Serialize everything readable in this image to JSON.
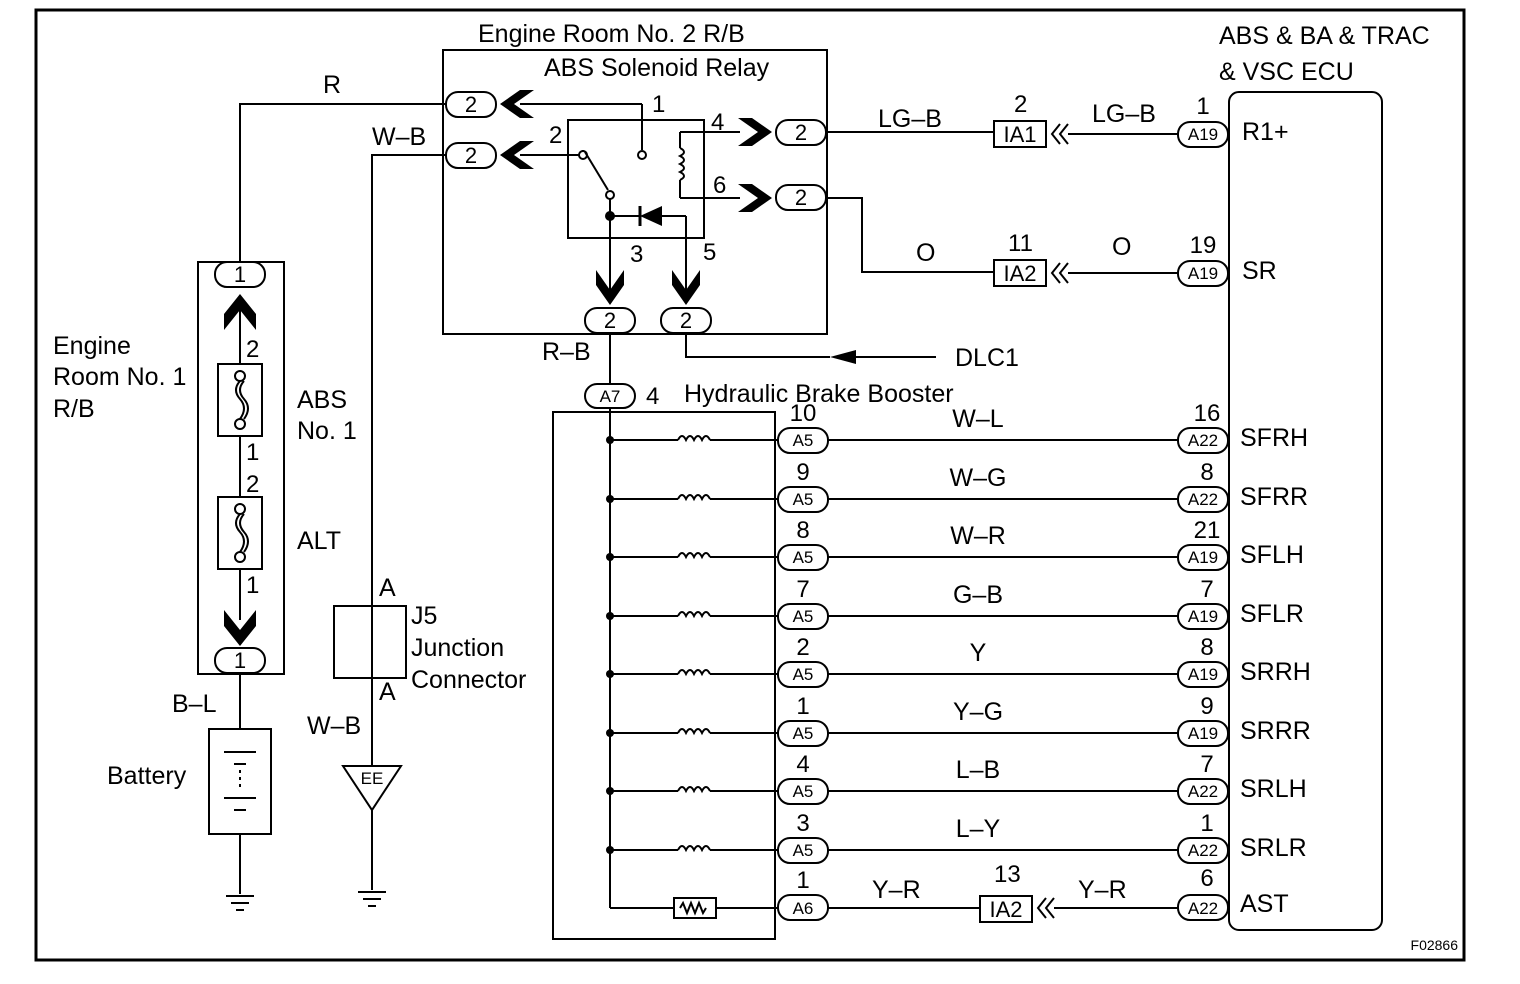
{
  "blocks": {
    "er2": "Engine Room No. 2 R/B",
    "relay": "ABS Solenoid Relay",
    "ecu_line1": "ABS & BA & TRAC",
    "ecu_line2": "& VSC ECU",
    "er1_line1": "Engine",
    "er1_line2": "Room No. 1",
    "er1_line3": "R/B",
    "fuse1_line1": "ABS",
    "fuse1_line2": "No. 1",
    "fuse2": "ALT",
    "battery": "Battery",
    "booster": "Hydraulic Brake Booster",
    "jc_line1": "J5",
    "jc_line2": "Junction",
    "jc_line3": "Connector",
    "dlc": "DLC1",
    "ground": "EE",
    "fig": "F02866"
  },
  "wires": {
    "r": "R",
    "wb1": "W–B",
    "wb2": "W–B",
    "lgb1": "LG–B",
    "lgb2": "LG–B",
    "o1": "O",
    "o2": "O",
    "rb": "R–B",
    "bl": "B–L"
  },
  "relay_pins": {
    "p1": "1",
    "p2": "2",
    "p3": "3",
    "p4": "4",
    "p5": "5",
    "p6": "6"
  },
  "fuse_pins": {
    "a": "2",
    "b": "1",
    "c": "2",
    "d": "1"
  },
  "jc_pins": {
    "top": "A",
    "bottom": "A"
  },
  "conn_labels": {
    "er2_pin": "2",
    "er1_pin": "1",
    "a7": "A7",
    "a7_pin": "4",
    "ia1": "IA1",
    "ia1_pin": "2",
    "ia2a": "IA2",
    "ia2a_pin": "11",
    "ia2b": "IA2",
    "ia2b_pin": "13"
  },
  "ecu_top": [
    {
      "pin": "1",
      "conn": "A19",
      "term": "R1+"
    },
    {
      "pin": "19",
      "conn": "A19",
      "term": "SR"
    }
  ],
  "solenoids": [
    {
      "bpin": "10",
      "bconn": "A5",
      "wire": "W–L",
      "epin": "16",
      "econn": "A22",
      "term": "SFRH"
    },
    {
      "bpin": "9",
      "bconn": "A5",
      "wire": "W–G",
      "epin": "8",
      "econn": "A22",
      "term": "SFRR"
    },
    {
      "bpin": "8",
      "bconn": "A5",
      "wire": "W–R",
      "epin": "21",
      "econn": "A19",
      "term": "SFLH"
    },
    {
      "bpin": "7",
      "bconn": "A5",
      "wire": "G–B",
      "epin": "7",
      "econn": "A19",
      "term": "SFLR"
    },
    {
      "bpin": "2",
      "bconn": "A5",
      "wire": "Y",
      "epin": "8",
      "econn": "A19",
      "term": "SRRH"
    },
    {
      "bpin": "1",
      "bconn": "A5",
      "wire": "Y–G",
      "epin": "9",
      "econn": "A19",
      "term": "SRRR"
    },
    {
      "bpin": "4",
      "bconn": "A5",
      "wire": "L–B",
      "epin": "7",
      "econn": "A22",
      "term": "SRLH"
    },
    {
      "bpin": "3",
      "bconn": "A5",
      "wire": "L–Y",
      "epin": "1",
      "econn": "A22",
      "term": "SRLR"
    }
  ],
  "ast": {
    "bpin": "1",
    "bconn": "A6",
    "wire1": "Y–R",
    "wire2": "Y–R",
    "epin": "6",
    "econn": "A22",
    "term": "AST"
  }
}
